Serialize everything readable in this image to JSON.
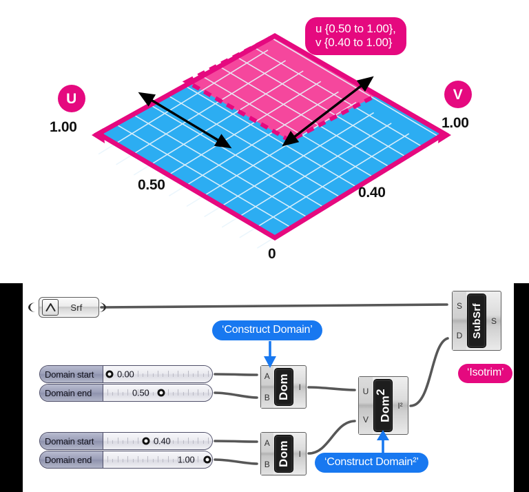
{
  "surface": {
    "tooltip": "u {0.50 to 1.00},\nv {0.40 to 1.00}",
    "badge_u": "U",
    "badge_v": "V",
    "u_max_label": "1.00",
    "v_max_label": "1.00",
    "u_mid_label": "0.50",
    "v_mid_label": "0.40",
    "origin_label": "0",
    "colors": {
      "base": "#2cadf2",
      "highlight": "#f5479d",
      "outline": "#e5097f",
      "grid": "#e8f4fb",
      "arrow": "#000000"
    },
    "grid_divisions": 10,
    "u_split": 0.5,
    "v_split": 0.4
  },
  "grasshopper": {
    "srf_param": {
      "label": "Srf",
      "icon": "surface-icon"
    },
    "components": [
      {
        "id": "construct-domain-1",
        "name": "Dom",
        "inputs": [
          "A",
          "B"
        ],
        "outputs": [
          "I"
        ]
      },
      {
        "id": "construct-domain-2",
        "name": "Dom",
        "superscript": "2",
        "inputs": [
          "U",
          "V"
        ],
        "outputs": [
          "I²"
        ]
      },
      {
        "id": "construct-domain-3",
        "name": "Dom",
        "inputs": [
          "A",
          "B"
        ],
        "outputs": [
          "I"
        ]
      },
      {
        "id": "isotrim",
        "name": "SubSrf",
        "inputs": [
          "S",
          "D"
        ],
        "outputs": [
          "S"
        ]
      }
    ],
    "sliders": [
      {
        "id": "slider-domain-start-u",
        "name": "Domain start",
        "value": "0.00",
        "fraction": 0.0
      },
      {
        "id": "slider-domain-end-u",
        "name": "Domain end",
        "value": "0.50",
        "fraction": 0.5
      },
      {
        "id": "slider-domain-start-v",
        "name": "Domain start",
        "value": "0.40",
        "fraction": 0.4
      },
      {
        "id": "slider-domain-end-v",
        "name": "Domain end",
        "value": "1.00",
        "fraction": 1.0
      }
    ],
    "annotations": {
      "construct_domain": "‘Construct Domain’",
      "construct_domain_2": "‘Construct Domain²’",
      "isotrim": "‘Isotrim’",
      "callout_color": "#1878f0",
      "isotrim_color": "#e5097f"
    }
  }
}
